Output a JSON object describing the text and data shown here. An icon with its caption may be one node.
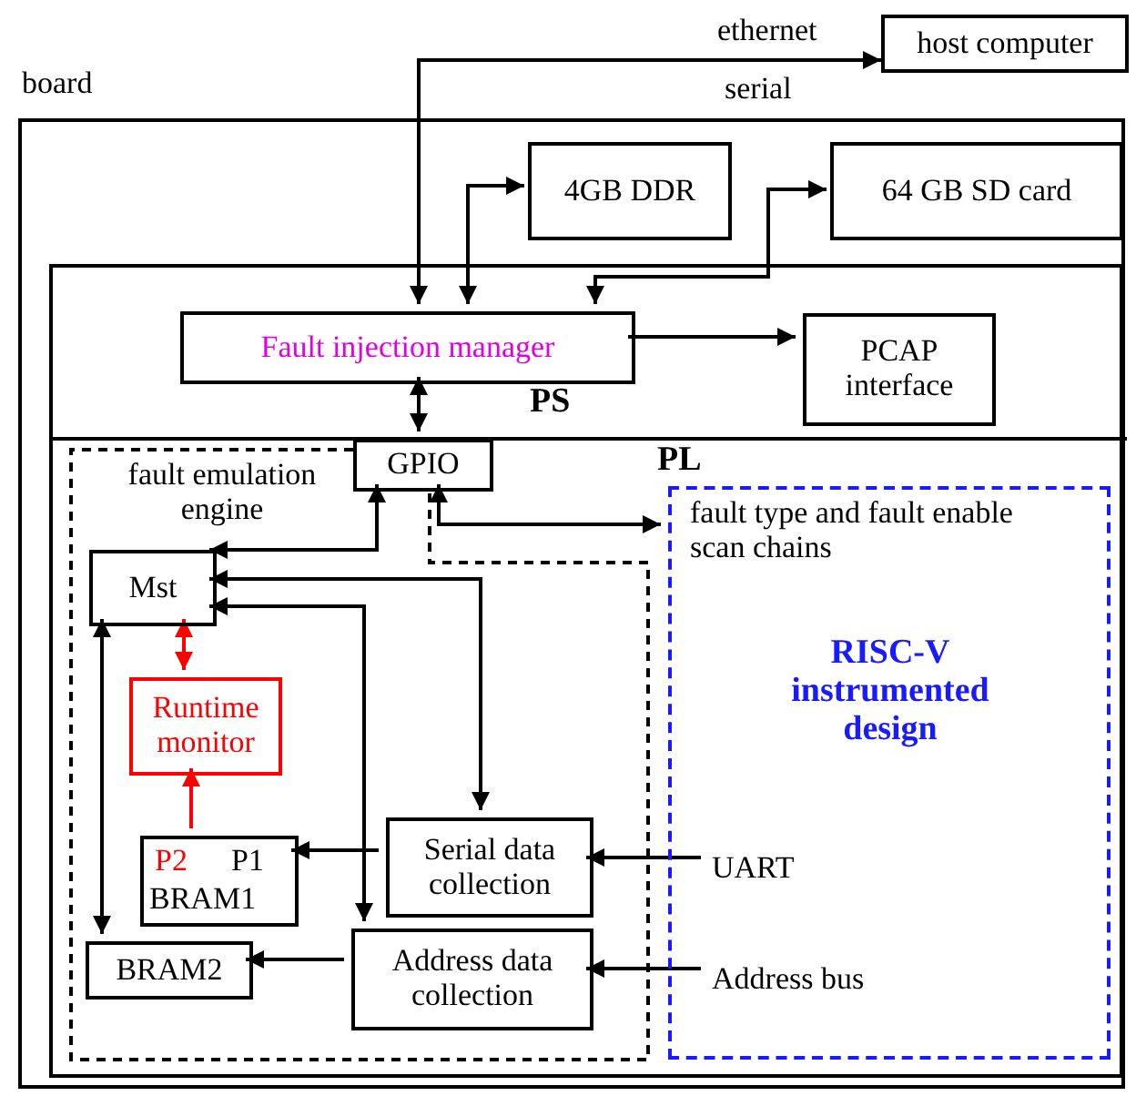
{
  "diagram": {
    "nodes": [
      {
        "text": [
          "host computer"
        ]
      },
      {
        "text": [
          "board"
        ]
      },
      {
        "text": [
          "4GB DDR"
        ],
        "in": 1
      },
      {
        "text": [
          "64 GB SD card"
        ],
        "in": 1
      },
      {
        "text": [],
        "shape": "box",
        "in": 1
      },
      {
        "text": [
          "PS"
        ],
        "in": 4
      },
      {
        "text": [
          "Fault injection manager"
        ],
        "in": 5
      },
      {
        "text": [
          "PCAP interface"
        ],
        "in": 5
      },
      {
        "text": [
          "PL"
        ],
        "in": 4
      },
      {
        "text": [
          "GPIO"
        ],
        "in": 8
      },
      {
        "text": [
          "fault emulation engine"
        ],
        "in": 8
      },
      {
        "text": [
          "Mst"
        ],
        "in": 10
      },
      {
        "text": [
          "Runtime monitor"
        ],
        "in": 10
      },
      {
        "text": [
          "P2",
          "P1",
          "BRAM1"
        ],
        "in": 10
      },
      {
        "text": [
          "Serial data collection"
        ],
        "in": 10
      },
      {
        "text": [
          "BRAM2"
        ],
        "in": 10
      },
      {
        "text": [
          "Address data collection"
        ],
        "in": 10
      },
      {
        "text": [
          "fault type and fault enable scan chains",
          "RISC-V instrumented design"
        ],
        "in": 8
      },
      {
        "text": [
          "UART"
        ],
        "in": 17
      },
      {
        "text": [
          "Address bus"
        ],
        "in": 17
      }
    ],
    "edges": [
      {
        "from": 6,
        "to": 0,
        "arrow": "both",
        "label": "ethernet"
      },
      {
        "from": 6,
        "to": 2,
        "arrow": "both"
      },
      {
        "from": 6,
        "to": 3,
        "arrow": "both"
      },
      {
        "from": 6,
        "to": 7,
        "arrow": "to"
      },
      {
        "from": 6,
        "to": 9,
        "arrow": "both"
      },
      {
        "from": 9,
        "to": 11,
        "arrow": "both"
      },
      {
        "from": 9,
        "to": 17,
        "arrow": "both"
      },
      {
        "from": 11,
        "to": 14,
        "arrow": "both"
      },
      {
        "from": 11,
        "to": 16,
        "arrow": "both"
      },
      {
        "from": 11,
        "to": 15,
        "arrow": "both"
      },
      {
        "from": 11,
        "to": 12,
        "arrow": "both",
        "color": "#ff0000"
      },
      {
        "from": 13,
        "to": 12,
        "arrow": "to",
        "color": "#ff0000"
      },
      {
        "from": 14,
        "to": 13,
        "arrow": "to"
      },
      {
        "from": 18,
        "to": 14,
        "arrow": "to"
      },
      {
        "from": 16,
        "to": 15,
        "arrow": "to"
      },
      {
        "from": 19,
        "to": 16,
        "arrow": "to"
      }
    ],
    "labels": [
      "serial"
    ]
  }
}
